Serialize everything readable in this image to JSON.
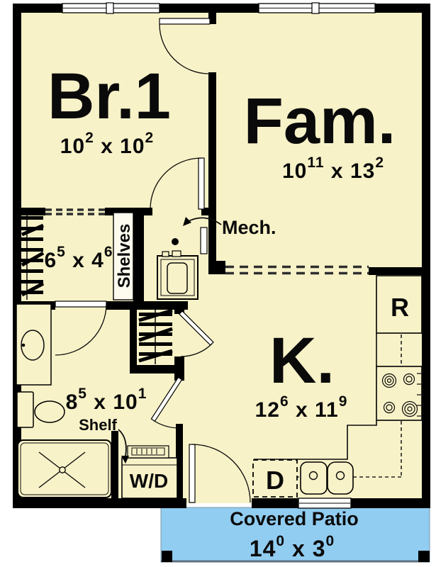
{
  "plan": {
    "colors": {
      "floor": "#f8f2c8",
      "patio": "#91cdf1",
      "wall": "#000000",
      "patio_edge": "#5f7080"
    },
    "rooms": {
      "br1": {
        "name": "Br.1",
        "dim": {
          "w": "10",
          "wsup": "2",
          "sep": " x ",
          "h": "10",
          "hsup": "2"
        }
      },
      "fam": {
        "name": "Fam.",
        "dim": {
          "w": "10",
          "wsup": "11",
          "sep": " x ",
          "h": "13",
          "hsup": "2"
        }
      },
      "closet": {
        "dim": {
          "w": "6",
          "wsup": "5",
          "sep": " x ",
          "h": "4",
          "hsup": "6"
        }
      },
      "bath": {
        "dim": {
          "w": "8",
          "wsup": "5",
          "sep": " x ",
          "h": "10",
          "hsup": "1"
        }
      },
      "kitchen": {
        "name": "K.",
        "dim": {
          "w": "12",
          "wsup": "6",
          "sep": " x ",
          "h": "11",
          "hsup": "9"
        }
      },
      "patio": {
        "name": "Covered Patio",
        "dim": {
          "w": "14",
          "wsup": "0",
          "sep": " x ",
          "h": "3",
          "hsup": "0"
        }
      }
    },
    "labels": {
      "mech": "Mech.",
      "shelves": "Shelves",
      "shelf": "Shelf",
      "washer_dryer": "W/D",
      "refrigerator": "R",
      "dishwasher": "D"
    }
  }
}
